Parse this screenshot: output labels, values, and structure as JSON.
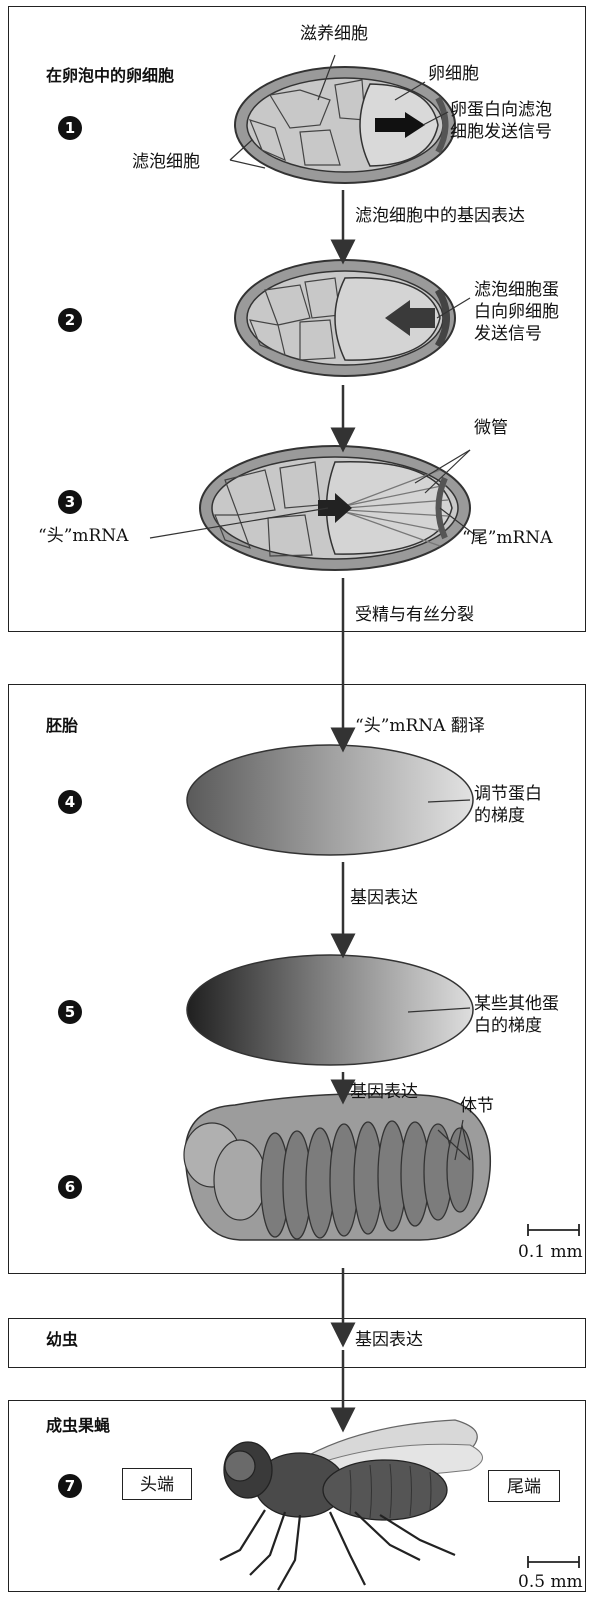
{
  "panels": {
    "oocyte": "在卵泡中的卵细胞",
    "embryo": "胚胎",
    "larva": "幼虫",
    "adult": "成虫果蝇"
  },
  "steps": [
    "1",
    "2",
    "3",
    "4",
    "5",
    "6",
    "7"
  ],
  "labels": {
    "nurse_cells": "滋养细胞",
    "egg_cell": "卵细胞",
    "follicle_cells": "滤泡细胞",
    "egg_signal_line1": "卵蛋白向滤泡",
    "egg_signal_line2": "细胞发送信号",
    "follicle_gene_expression": "滤泡细胞中的基因表达",
    "follicle_signal_line1": "滤泡细胞蛋",
    "follicle_signal_line2": "白向卵细胞",
    "follicle_signal_line3": "发送信号",
    "microtubules": "微管",
    "head_mrna": "“头”mRNA",
    "tail_mrna": "“尾”mRNA",
    "fertilization": "受精与有丝分裂",
    "head_translation": "“头”mRNA 翻译",
    "regulatory_gradient_line1": "调节蛋白",
    "regulatory_gradient_line2": "的梯度",
    "gene_expression_1": "基因表达",
    "other_gradient_line1": "某些其他蛋",
    "other_gradient_line2": "白的梯度",
    "gene_expression_2": "基因表达",
    "segments": "体节",
    "scale_embryo": "0.1 mm",
    "gene_expression_3": "基因表达",
    "head_end": "头端",
    "tail_end": "尾端",
    "scale_adult": "0.5 mm"
  }
}
